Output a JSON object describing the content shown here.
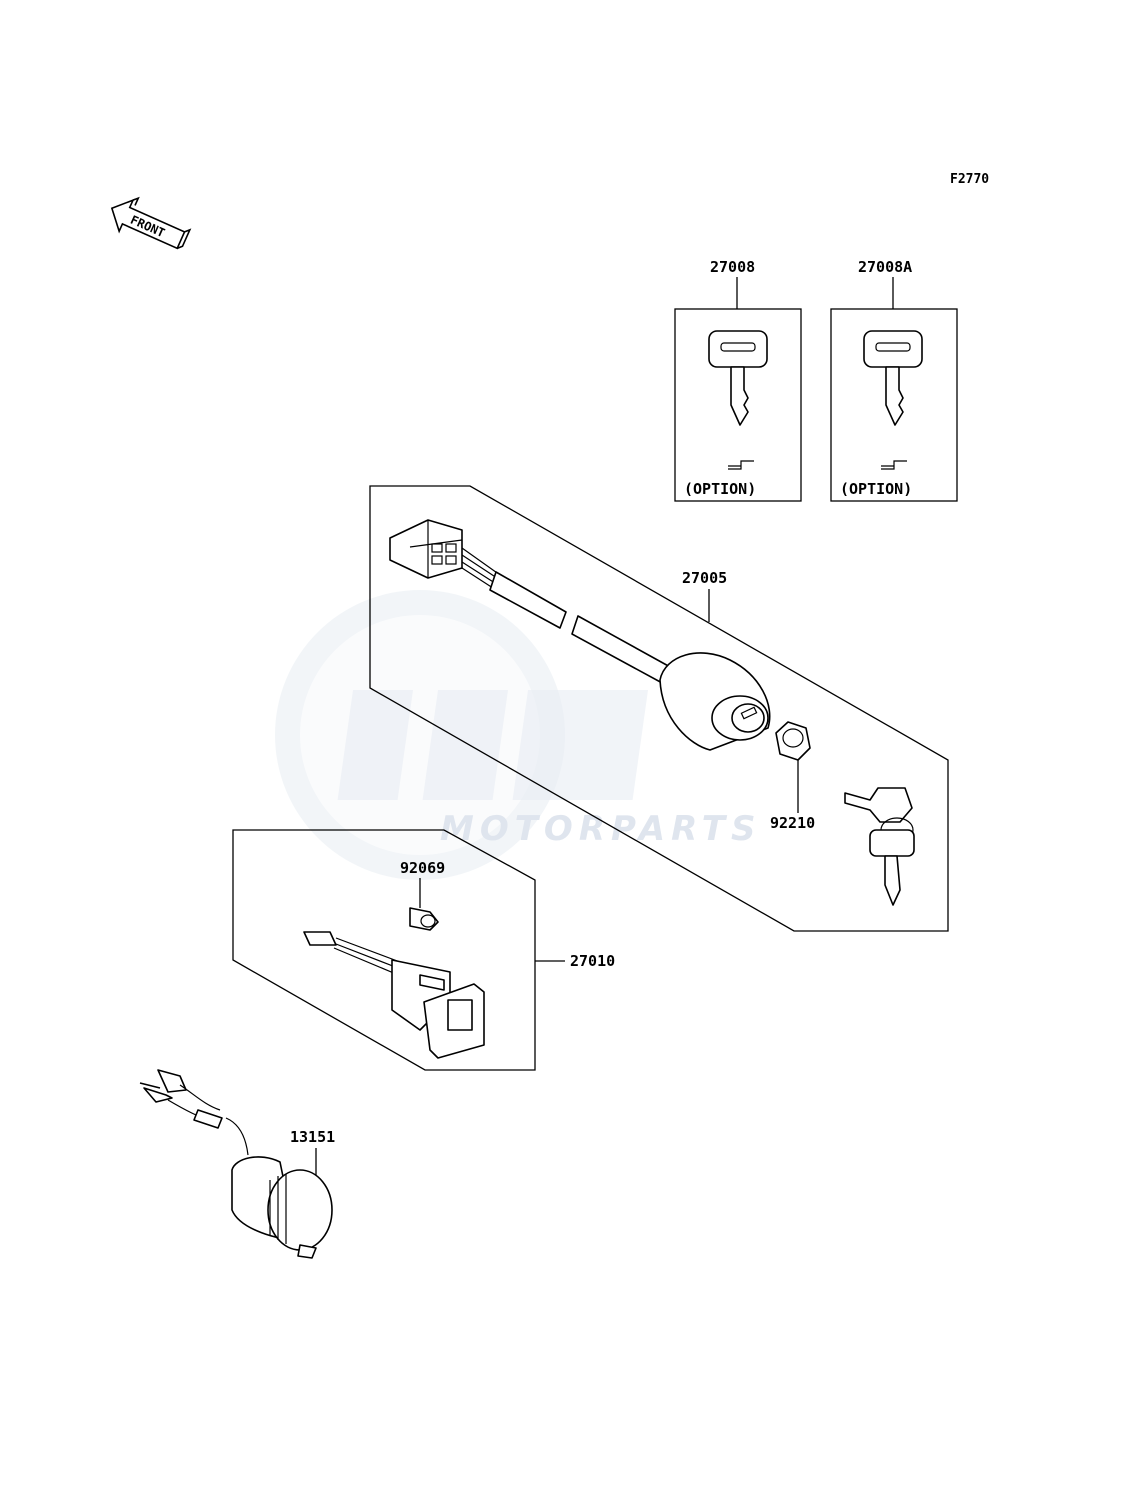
{
  "figure_code": "F2770",
  "front_label": "FRONT",
  "watermark": {
    "brand": "OEM",
    "subtitle": "MOTORPARTS"
  },
  "parts": [
    {
      "number": "27008",
      "note": "(OPTION)"
    },
    {
      "number": "27008A",
      "note": "(OPTION)"
    },
    {
      "number": "27005",
      "note": ""
    },
    {
      "number": "92210",
      "note": ""
    },
    {
      "number": "92069",
      "note": ""
    },
    {
      "number": "27010",
      "note": ""
    },
    {
      "number": "13151",
      "note": ""
    }
  ]
}
